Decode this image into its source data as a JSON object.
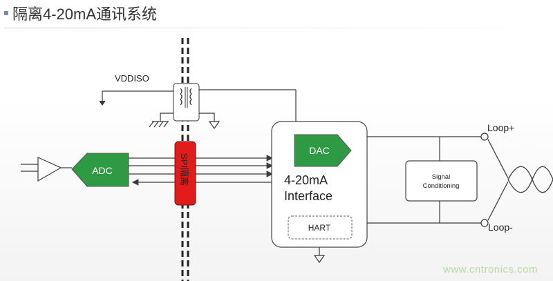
{
  "title": "隔离4-20mA通讯系统",
  "labels": {
    "vddiso": "VDDISO",
    "adc": "ADC",
    "dac": "DAC",
    "spi_isolator": "SPI隔离",
    "interface_line1": "4-20mA",
    "interface_line2": "Interface",
    "hart": "HART",
    "signal_line1": "Signal",
    "signal_line2": "Conditioning",
    "loop_plus": "Loop+",
    "loop_minus": "Loop-"
  },
  "watermark": "www.cntronics.com",
  "colors": {
    "green": "#2e9b44",
    "red": "#e21b1b",
    "wire": "#3a3a3a"
  }
}
